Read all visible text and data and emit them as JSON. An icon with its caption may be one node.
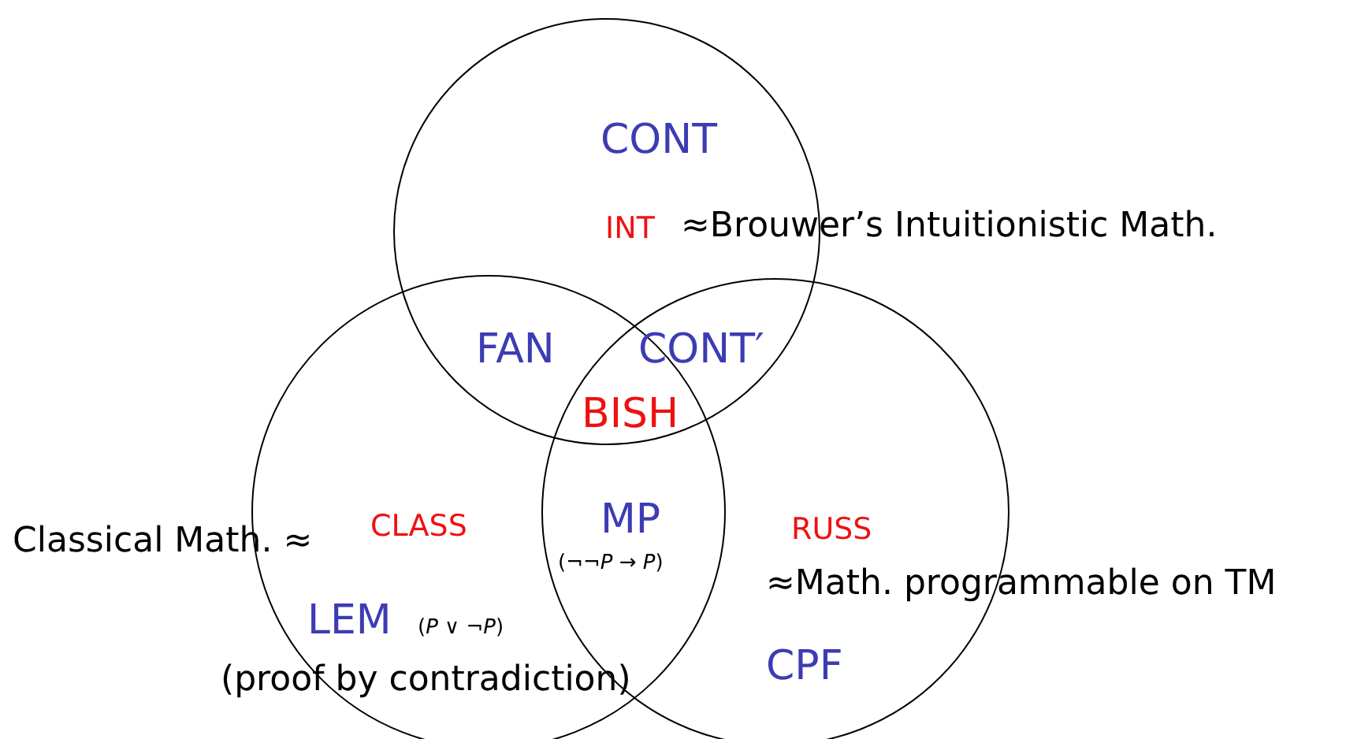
{
  "diagram": {
    "nodes": [
      {
        "text": [],
        "shape": "circle"
      },
      {
        "text": [],
        "shape": "circle"
      },
      {
        "text": [],
        "shape": "circle"
      }
    ],
    "labels": [
      "CONT",
      "INT",
      "≈Brouwer’s Intuitionistic Math.",
      "FAN",
      "CONT′",
      "BISH",
      "Classical Math. ≈",
      "CLASS",
      "MP",
      "(¬¬*P* → *P*)",
      "RUSS",
      "≈Math. programmable on TM",
      "LEM",
      "(*P* ∨ ¬*P*)",
      "(proof by contradiction)",
      "CPF"
    ]
  }
}
